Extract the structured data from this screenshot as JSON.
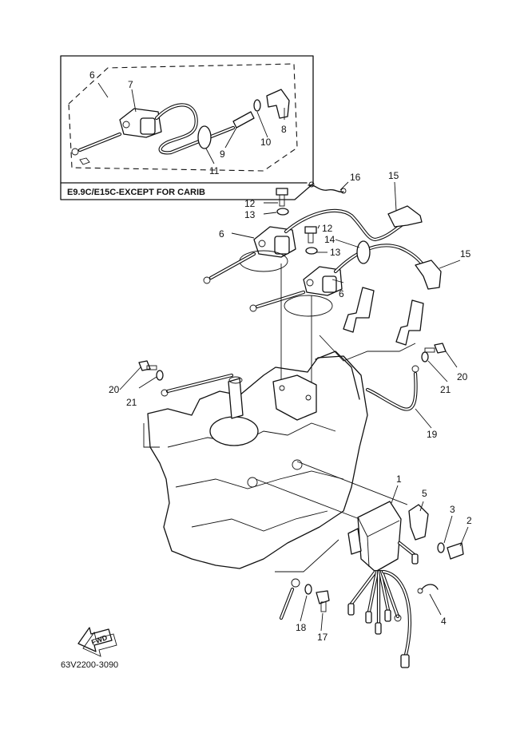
{
  "inset": {
    "title": "E9.9C/E15C-EXCEPT FOR CARIB",
    "callouts": [
      "6",
      "7",
      "8",
      "9",
      "10",
      "11"
    ]
  },
  "callouts": {
    "c1": "1",
    "c2": "2",
    "c3": "3",
    "c4": "4",
    "c5": "5",
    "c6a": "6",
    "c6b": "6",
    "c12a": "12",
    "c12b": "12",
    "c13a": "13",
    "c13b": "13",
    "c14": "14",
    "c15a": "15",
    "c15b": "15",
    "c16": "16",
    "c17": "17",
    "c18": "18",
    "c19": "19",
    "c20a": "20",
    "c20b": "20",
    "c21a": "21",
    "c21b": "21"
  },
  "fwd_label": "FWD",
  "reference": "63V2200-3090"
}
